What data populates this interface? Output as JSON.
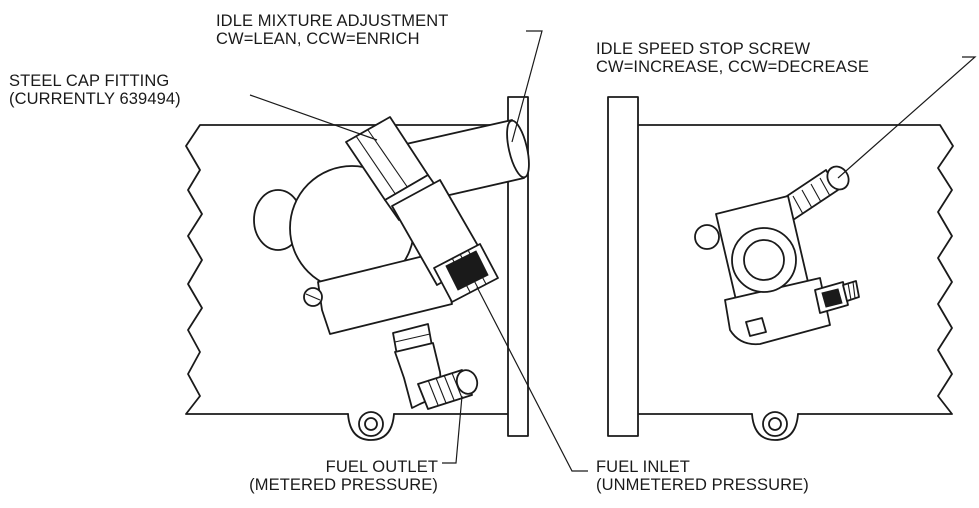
{
  "labels": {
    "idle_mixture": {
      "line1": "IDLE MIXTURE ADJUSTMENT",
      "line2": "CW=LEAN, CCW=ENRICH"
    },
    "steel_cap": {
      "line1": "STEEL CAP FITTING",
      "line2": "(CURRENTLY 639494)"
    },
    "idle_speed": {
      "line1": "IDLE SPEED STOP SCREW",
      "line2": "CW=INCREASE, CCW=DECREASE"
    },
    "fuel_outlet": {
      "line1": "FUEL OUTLET",
      "line2": "(METERED PRESSURE)"
    },
    "fuel_inlet": {
      "line1": "FUEL INLET",
      "line2": "(UNMETERED PRESSURE)"
    }
  },
  "colors": {
    "line": "#1a1a1a",
    "fill": "#ffffff"
  }
}
